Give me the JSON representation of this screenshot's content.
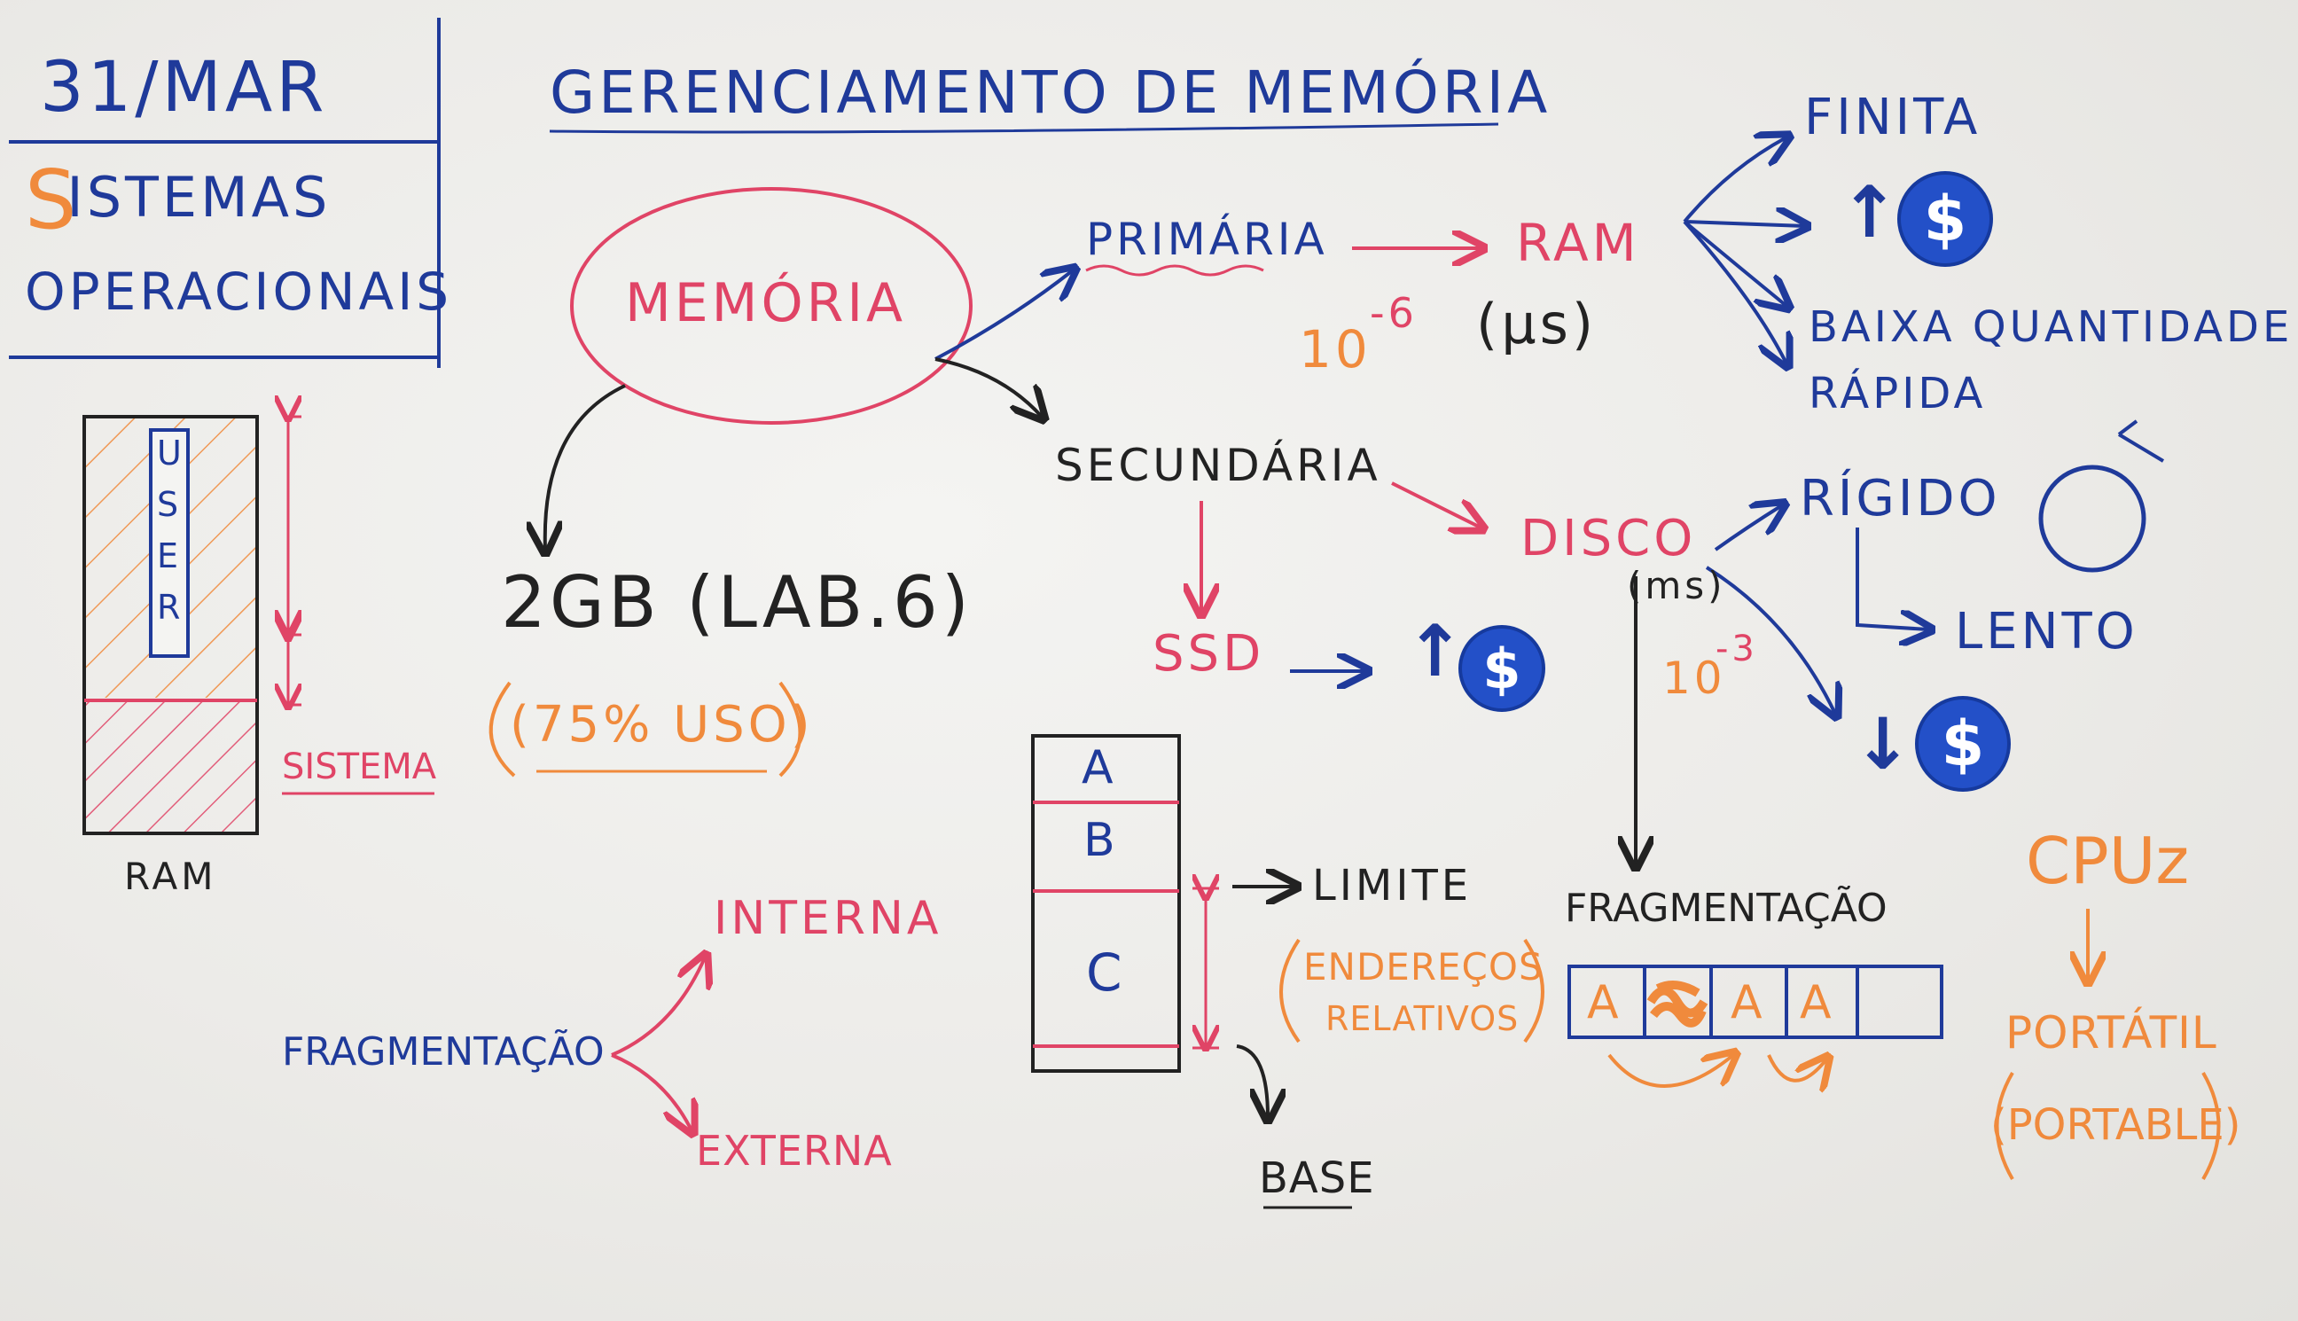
{
  "header": {
    "date": "31/MAR",
    "course_line1": "SISTEMAS",
    "course_line2": "OPERACIONAIS",
    "title": "GERENCIAMENTO DE MEMÓRIA"
  },
  "center": {
    "memoria": "MEMÓRIA",
    "primaria": "PRIMÁRIA",
    "ram": "RAM",
    "exp1_base": "10",
    "exp1_power": "-6",
    "exp1_unit": "(µs)",
    "secundaria": "SECUNDÁRIA",
    "disco": "DISCO",
    "ms": "(ms)",
    "exp2_base": "10",
    "exp2_power": "-3",
    "ssd": "SSD",
    "capacity": "2GB (LAB.6)",
    "usage": "(75% USO)"
  },
  "ram_props": {
    "finita": "FINITA",
    "cost_up": "↑",
    "baixa": "BAIXA QUANTIDADE",
    "rapida": "RÁPIDA"
  },
  "disk_props": {
    "rigido": "RÍGIDO",
    "lento": "LENTO",
    "cost_down": "↓"
  },
  "ssd_cost": "↑",
  "dollar_symbol": "$",
  "ram_diagram": {
    "user_letters": [
      "U",
      "S",
      "E",
      "R"
    ],
    "sistema": "SISTEMA",
    "label": "RAM"
  },
  "blocks": {
    "a": "A",
    "b": "B",
    "c": "C",
    "limite": "LIMITE",
    "enderecos": "ENDEREÇOS",
    "relativos": "RELATIVOS",
    "base": "BASE"
  },
  "frag_left": {
    "label": "FRAGMENTAÇÃO",
    "interna": "INTERNA",
    "externa": "EXTERNA"
  },
  "frag_right": {
    "label": "FRAGMENTAÇÃO",
    "cells": [
      "A",
      "",
      "A",
      "A",
      ""
    ]
  },
  "cpu": {
    "label": "CPUz",
    "portatil": "PORTÁTIL",
    "portable": "(PORTABLE)"
  },
  "colors": {
    "blue": "#1f3a9a",
    "red": "#e04466",
    "orange": "#f08a3c",
    "black": "#222222"
  }
}
